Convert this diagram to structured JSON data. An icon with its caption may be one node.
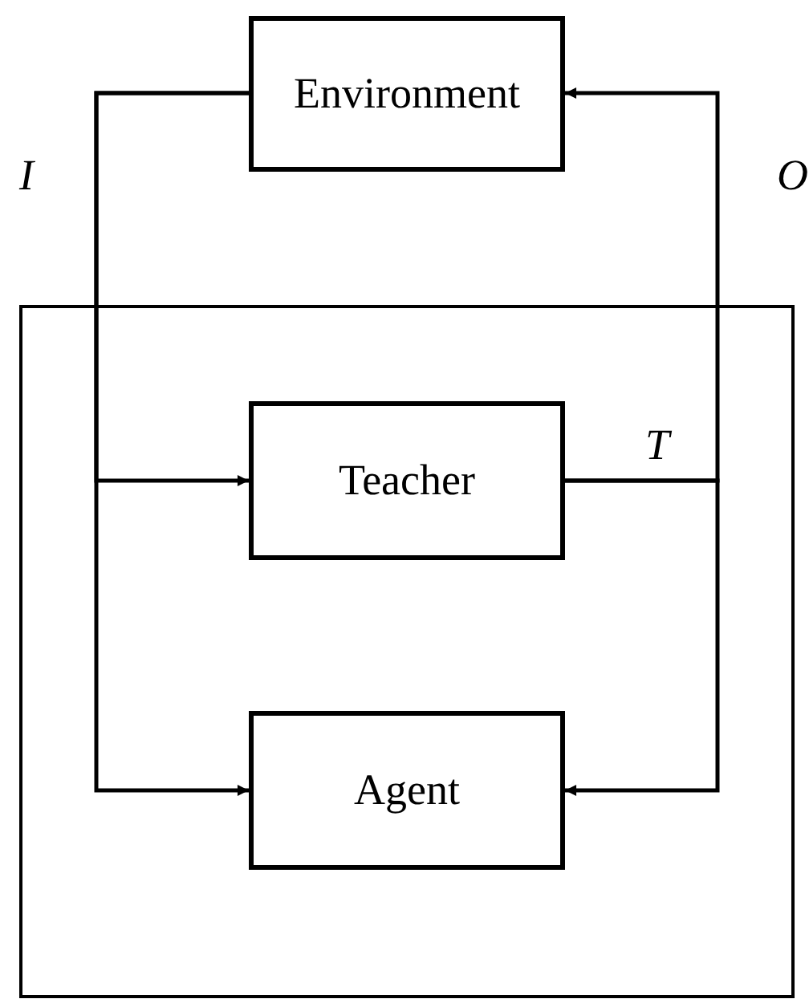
{
  "diagram": {
    "nodes": [
      {
        "text": [
          "Environment"
        ]
      },
      {
        "text": [],
        "shape": "box"
      },
      {
        "text": [
          "Teacher"
        ],
        "in": 1
      },
      {
        "text": [
          "Agent"
        ],
        "in": 1
      }
    ],
    "edges": [
      {
        "from": 0,
        "to": 2,
        "arrow": "to"
      },
      {
        "from": 0,
        "to": 3,
        "arrow": "to"
      },
      {
        "from": 2,
        "to": 0,
        "arrow": "to"
      },
      {
        "from": 2,
        "to": 3,
        "arrow": "to"
      }
    ],
    "labels": [
      "I",
      "O",
      "T"
    ]
  }
}
